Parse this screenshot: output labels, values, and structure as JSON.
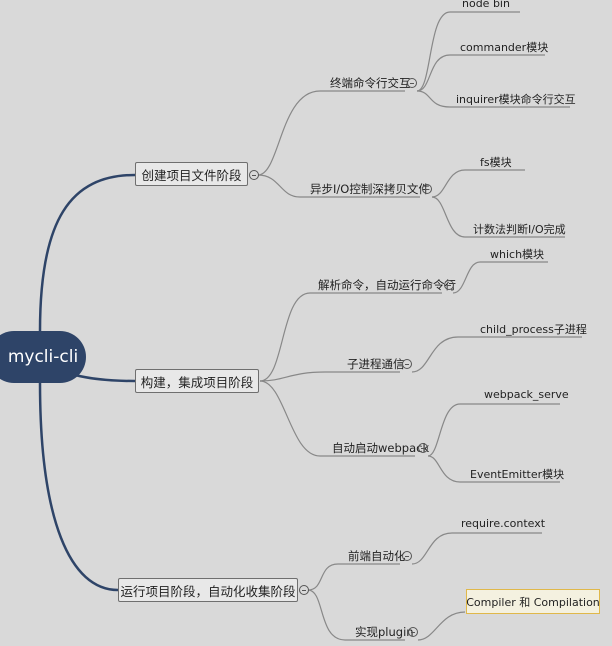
{
  "root": "mycli-cli",
  "branches": [
    {
      "label": "创建项目文件阶段",
      "children": [
        {
          "label": "终端命令行交互",
          "leaves": [
            "node bin",
            "commander模块",
            "inquirer模块命令行交互"
          ]
        },
        {
          "label": "异步I/O控制深拷贝文件",
          "leaves": [
            "fs模块",
            "计数法判断I/O完成"
          ]
        }
      ]
    },
    {
      "label": "构建，集成项目阶段",
      "children": [
        {
          "label": "解析命令，自动运行命令行",
          "leaves": [
            "which模块"
          ]
        },
        {
          "label": "子进程通信",
          "leaves": [
            "child_process子进程"
          ]
        },
        {
          "label": "自动启动webpack",
          "leaves": [
            "webpack_serve",
            "EventEmitter模块"
          ]
        }
      ]
    },
    {
      "label": "运行项目阶段，自动化收集阶段",
      "children": [
        {
          "label": "前端自动化",
          "leaves": [
            "require.context"
          ]
        },
        {
          "label": "实现plugin",
          "leaves": [
            "Compiler 和 Compilation"
          ]
        }
      ]
    }
  ],
  "colors": {
    "background": "#d9d9d9",
    "root_fill": "#2e4468",
    "main_edge": "#2e4468",
    "edge": "#888888",
    "highlight_border": "#e0b84a"
  }
}
